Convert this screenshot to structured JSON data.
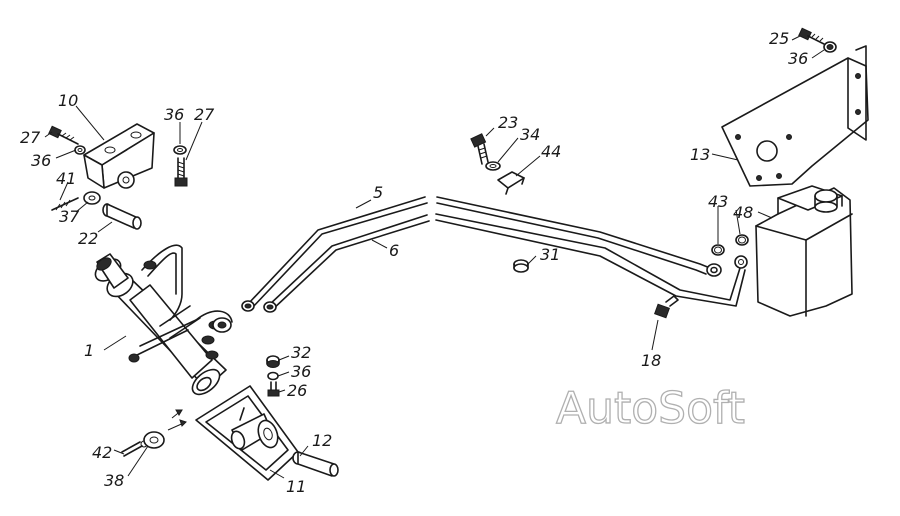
{
  "watermark": "AutoSoft",
  "callouts": {
    "c1": "1",
    "c5": "5",
    "c6": "6",
    "c10": "10",
    "c11": "11",
    "c12": "12",
    "c13": "13",
    "c18": "18",
    "c22": "22",
    "c23": "23",
    "c25": "25",
    "c26": "26",
    "c27a": "27",
    "c27b": "27",
    "c31": "31",
    "c32": "32",
    "c34": "34",
    "c36a": "36",
    "c36b": "36",
    "c36c": "36",
    "c36d": "36",
    "c37": "37",
    "c38": "38",
    "c41": "41",
    "c42": "42",
    "c43": "43",
    "c44": "44",
    "c48": "48"
  }
}
